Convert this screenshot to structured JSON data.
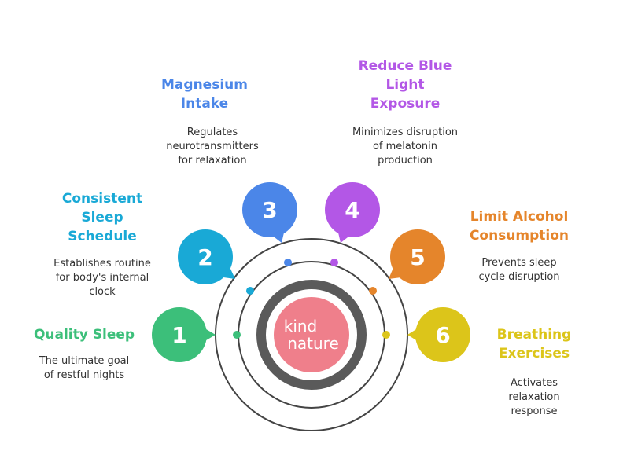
{
  "center_logo": {
    "line1": "kind",
    "line2": "nature",
    "color": "#ef7f8b"
  },
  "steps": [
    {
      "number": "1",
      "title": "Quality Sleep",
      "description": "The ultimate goal\nof restful nights",
      "color": "#3cbf7a"
    },
    {
      "number": "2",
      "title": "Consistent\nSleep\nSchedule",
      "description": "Establishes routine\nfor body's internal\nclock",
      "color": "#19a9d6"
    },
    {
      "number": "3",
      "title": "Magnesium\nIntake",
      "description": "Regulates\nneurotransmitters\nfor relaxation",
      "color": "#4b86e8"
    },
    {
      "number": "4",
      "title": "Reduce Blue\nLight\nExposure",
      "description": "Minimizes disruption\nof melatonin\nproduction",
      "color": "#b357e6"
    },
    {
      "number": "5",
      "title": "Limit Alcohol\nConsumption",
      "description": "Prevents sleep\ncycle disruption",
      "color": "#e5852b"
    },
    {
      "number": "6",
      "title": "Breathing\nExercises",
      "description": "Activates\nrelaxation\nresponse",
      "color": "#dcc51a"
    }
  ]
}
